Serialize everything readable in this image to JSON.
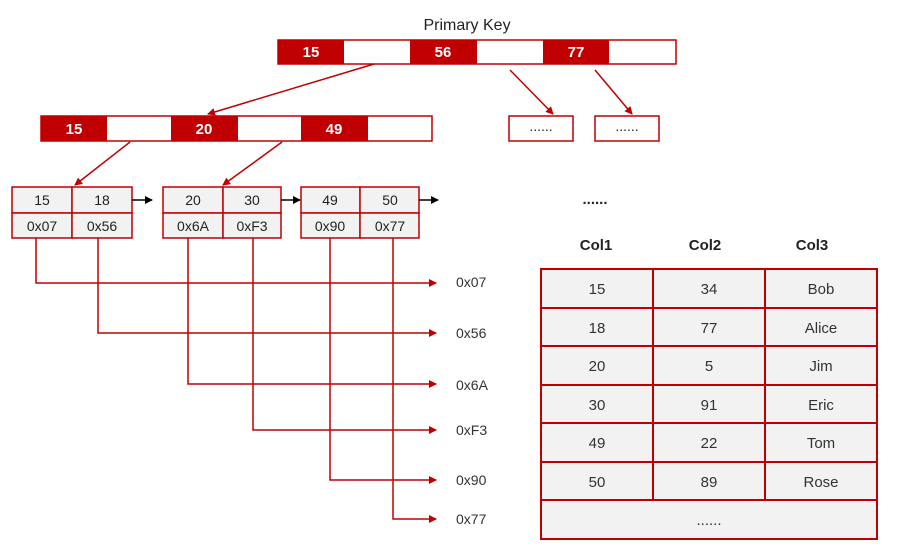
{
  "title": "Primary Key",
  "colors": {
    "accent": "#c00000",
    "cell_fill": "#f2f2f2",
    "line": "#c00000",
    "pointer": "#000000"
  },
  "root_node": {
    "keys": [
      "15",
      "56",
      "77"
    ]
  },
  "level2_nodes": [
    {
      "keys": [
        "15",
        "20",
        "49"
      ]
    },
    {
      "ellipsis": "......"
    },
    {
      "ellipsis": "......"
    }
  ],
  "leaf_nodes": [
    {
      "keys": [
        "15",
        "18"
      ],
      "addresses": [
        "0x07",
        "0x56"
      ]
    },
    {
      "keys": [
        "20",
        "30"
      ],
      "addresses": [
        "0x6A",
        "0xF3"
      ]
    },
    {
      "keys": [
        "49",
        "50"
      ],
      "addresses": [
        "0x90",
        "0x77"
      ]
    }
  ],
  "address_labels": [
    "0x07",
    "0x56",
    "0x6A",
    "0xF3",
    "0x90",
    "0x77"
  ],
  "table": {
    "top_ellipsis": "......",
    "headers": [
      "Col1",
      "Col2",
      "Col3"
    ],
    "rows": [
      [
        "15",
        "34",
        "Bob"
      ],
      [
        "18",
        "77",
        "Alice"
      ],
      [
        "20",
        "5",
        "Jim"
      ],
      [
        "30",
        "91",
        "Eric"
      ],
      [
        "49",
        "22",
        "Tom"
      ],
      [
        "50",
        "89",
        "Rose"
      ]
    ],
    "footer_ellipsis": "......"
  }
}
